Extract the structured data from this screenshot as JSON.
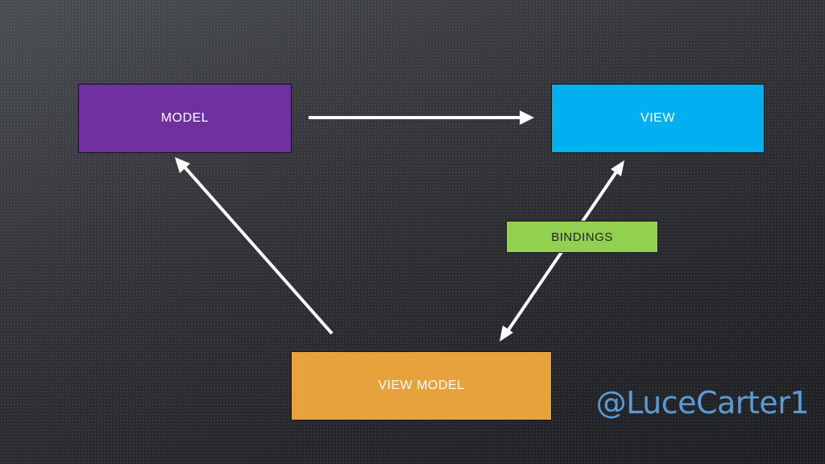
{
  "diagram": {
    "nodes": {
      "model": "MODEL",
      "view": "VIEW",
      "view_model": "VIEW MODEL",
      "bindings": "BINDINGS"
    },
    "edges": [
      {
        "from": "MODEL",
        "to": "VIEW",
        "direction": "one-way"
      },
      {
        "from": "VIEW MODEL",
        "to": "MODEL",
        "direction": "one-way"
      },
      {
        "from": "VIEW MODEL",
        "to": "VIEW",
        "direction": "two-way",
        "label": "BINDINGS"
      }
    ],
    "colors": {
      "model": "#7030a0",
      "view": "#00b0f0",
      "view_model": "#e8a23b",
      "bindings": "#92d050",
      "arrow": "#ffffff",
      "handle": "#5b9bd5"
    }
  },
  "footer": {
    "handle": "@LuceCarter1"
  }
}
